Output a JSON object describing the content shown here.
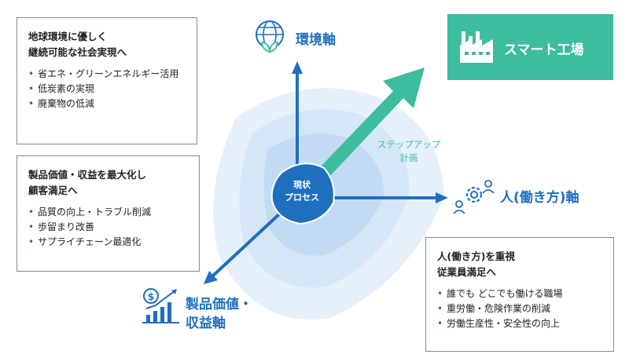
{
  "colors": {
    "accent_blue": "#1f6fbf",
    "accent_green": "#3dbd9e",
    "glow": "#cfe3f5"
  },
  "center": {
    "label": "現状\nプロセス"
  },
  "axes": {
    "environment": {
      "label": "環境軸",
      "icon": "globe-leaf-icon"
    },
    "worker": {
      "label": "人(働き方)軸",
      "icon": "people-gear-icon"
    },
    "product": {
      "label": "製品価値・\n収益軸",
      "icon": "dollar-growth-chart-icon"
    }
  },
  "goal": {
    "label": "スマート工場",
    "icon": "factory-icon"
  },
  "step_plan": {
    "label": "ステップアップ\n計画"
  },
  "callouts": [
    {
      "title_lines": [
        "地球環境に優しく",
        "継続可能な社会実現へ"
      ],
      "items": [
        "省エネ・グリーンエネルギー活用",
        "低炭素の実現",
        "廃棄物の低減"
      ]
    },
    {
      "title_lines": [
        "製品価値・収益を最大化し",
        "顧客満足へ"
      ],
      "items": [
        "品質の向上・トラブル削減",
        "歩留まり改善",
        "サプライチェーン最適化"
      ]
    },
    {
      "title_lines": [
        "人(働き方)を重視",
        "従業員満足へ"
      ],
      "items": [
        "誰でも どこでも働ける職場",
        "重労働・危険作業の削減",
        "労働生産性・安全性の向上"
      ]
    }
  ]
}
